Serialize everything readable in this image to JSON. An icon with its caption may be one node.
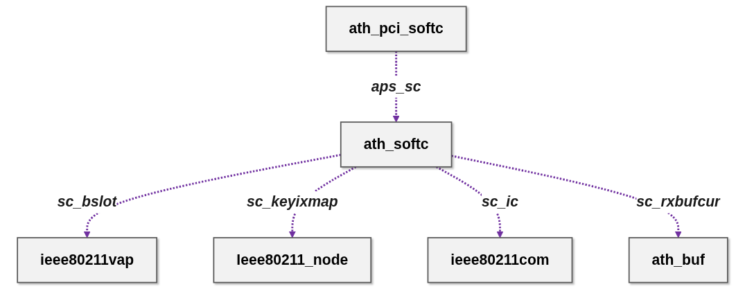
{
  "diagram": {
    "nodes": [
      {
        "text": [
          "ath_pci_softc"
        ]
      },
      {
        "text": [
          "ath_softc"
        ]
      },
      {
        "text": [
          "ieee80211vap"
        ]
      },
      {
        "text": [
          "Ieee80211_node"
        ]
      },
      {
        "text": [
          "ieee80211com"
        ]
      },
      {
        "text": [
          "ath_buf"
        ]
      }
    ],
    "edges": [
      {
        "from": 0,
        "to": 1,
        "arrow": "to",
        "label": "aps_sc",
        "style": "dashed"
      },
      {
        "from": 1,
        "to": 2,
        "arrow": "to",
        "label": "sc_bslot",
        "style": "dashed"
      },
      {
        "from": 1,
        "to": 3,
        "arrow": "to",
        "label": "sc_keyixmap",
        "style": "dashed"
      },
      {
        "from": 1,
        "to": 4,
        "arrow": "to",
        "label": "sc_ic",
        "style": "dashed"
      },
      {
        "from": 1,
        "to": 5,
        "arrow": "to",
        "label": "sc_rxbufcur",
        "style": "dashed"
      }
    ]
  }
}
